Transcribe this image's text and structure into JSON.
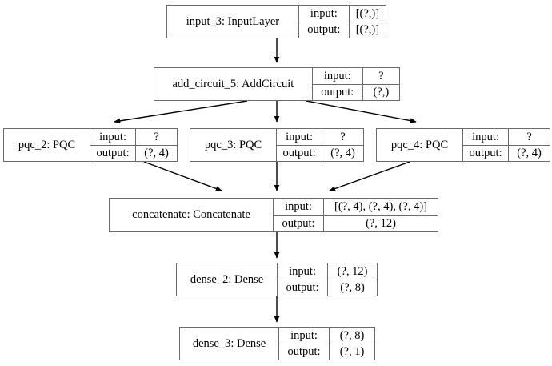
{
  "diagram": {
    "title": "Keras model architecture graph",
    "io_labels": {
      "input": "input:",
      "output": "output:"
    },
    "edge_color": "#000000",
    "node_border_color": "#6b6b6b",
    "background": "#ffffff"
  },
  "nodes": [
    {
      "id": "input_3",
      "name": "input_3: InputLayer",
      "input": "[(?,)]",
      "output": "[(?,)]"
    },
    {
      "id": "add_circuit_5",
      "name": "add_circuit_5: AddCircuit",
      "input": "?",
      "output": "(?,)"
    },
    {
      "id": "pqc_2",
      "name": "pqc_2: PQC",
      "input": "?",
      "output": "(?, 4)"
    },
    {
      "id": "pqc_3",
      "name": "pqc_3: PQC",
      "input": "?",
      "output": "(?, 4)"
    },
    {
      "id": "pqc_4",
      "name": "pqc_4: PQC",
      "input": "?",
      "output": "(?, 4)"
    },
    {
      "id": "concatenate",
      "name": "concatenate: Concatenate",
      "input": "[(?, 4), (?, 4), (?, 4)]",
      "output": "(?, 12)"
    },
    {
      "id": "dense_2",
      "name": "dense_2: Dense",
      "input": "(?, 12)",
      "output": "(?, 8)"
    },
    {
      "id": "dense_3",
      "name": "dense_3: Dense",
      "input": "(?, 8)",
      "output": "(?, 1)"
    }
  ],
  "edges": [
    {
      "from": "input_3",
      "to": "add_circuit_5"
    },
    {
      "from": "add_circuit_5",
      "to": "pqc_2"
    },
    {
      "from": "add_circuit_5",
      "to": "pqc_3"
    },
    {
      "from": "add_circuit_5",
      "to": "pqc_4"
    },
    {
      "from": "pqc_2",
      "to": "concatenate"
    },
    {
      "from": "pqc_3",
      "to": "concatenate"
    },
    {
      "from": "pqc_4",
      "to": "concatenate"
    },
    {
      "from": "concatenate",
      "to": "dense_2"
    },
    {
      "from": "dense_2",
      "to": "dense_3"
    }
  ]
}
